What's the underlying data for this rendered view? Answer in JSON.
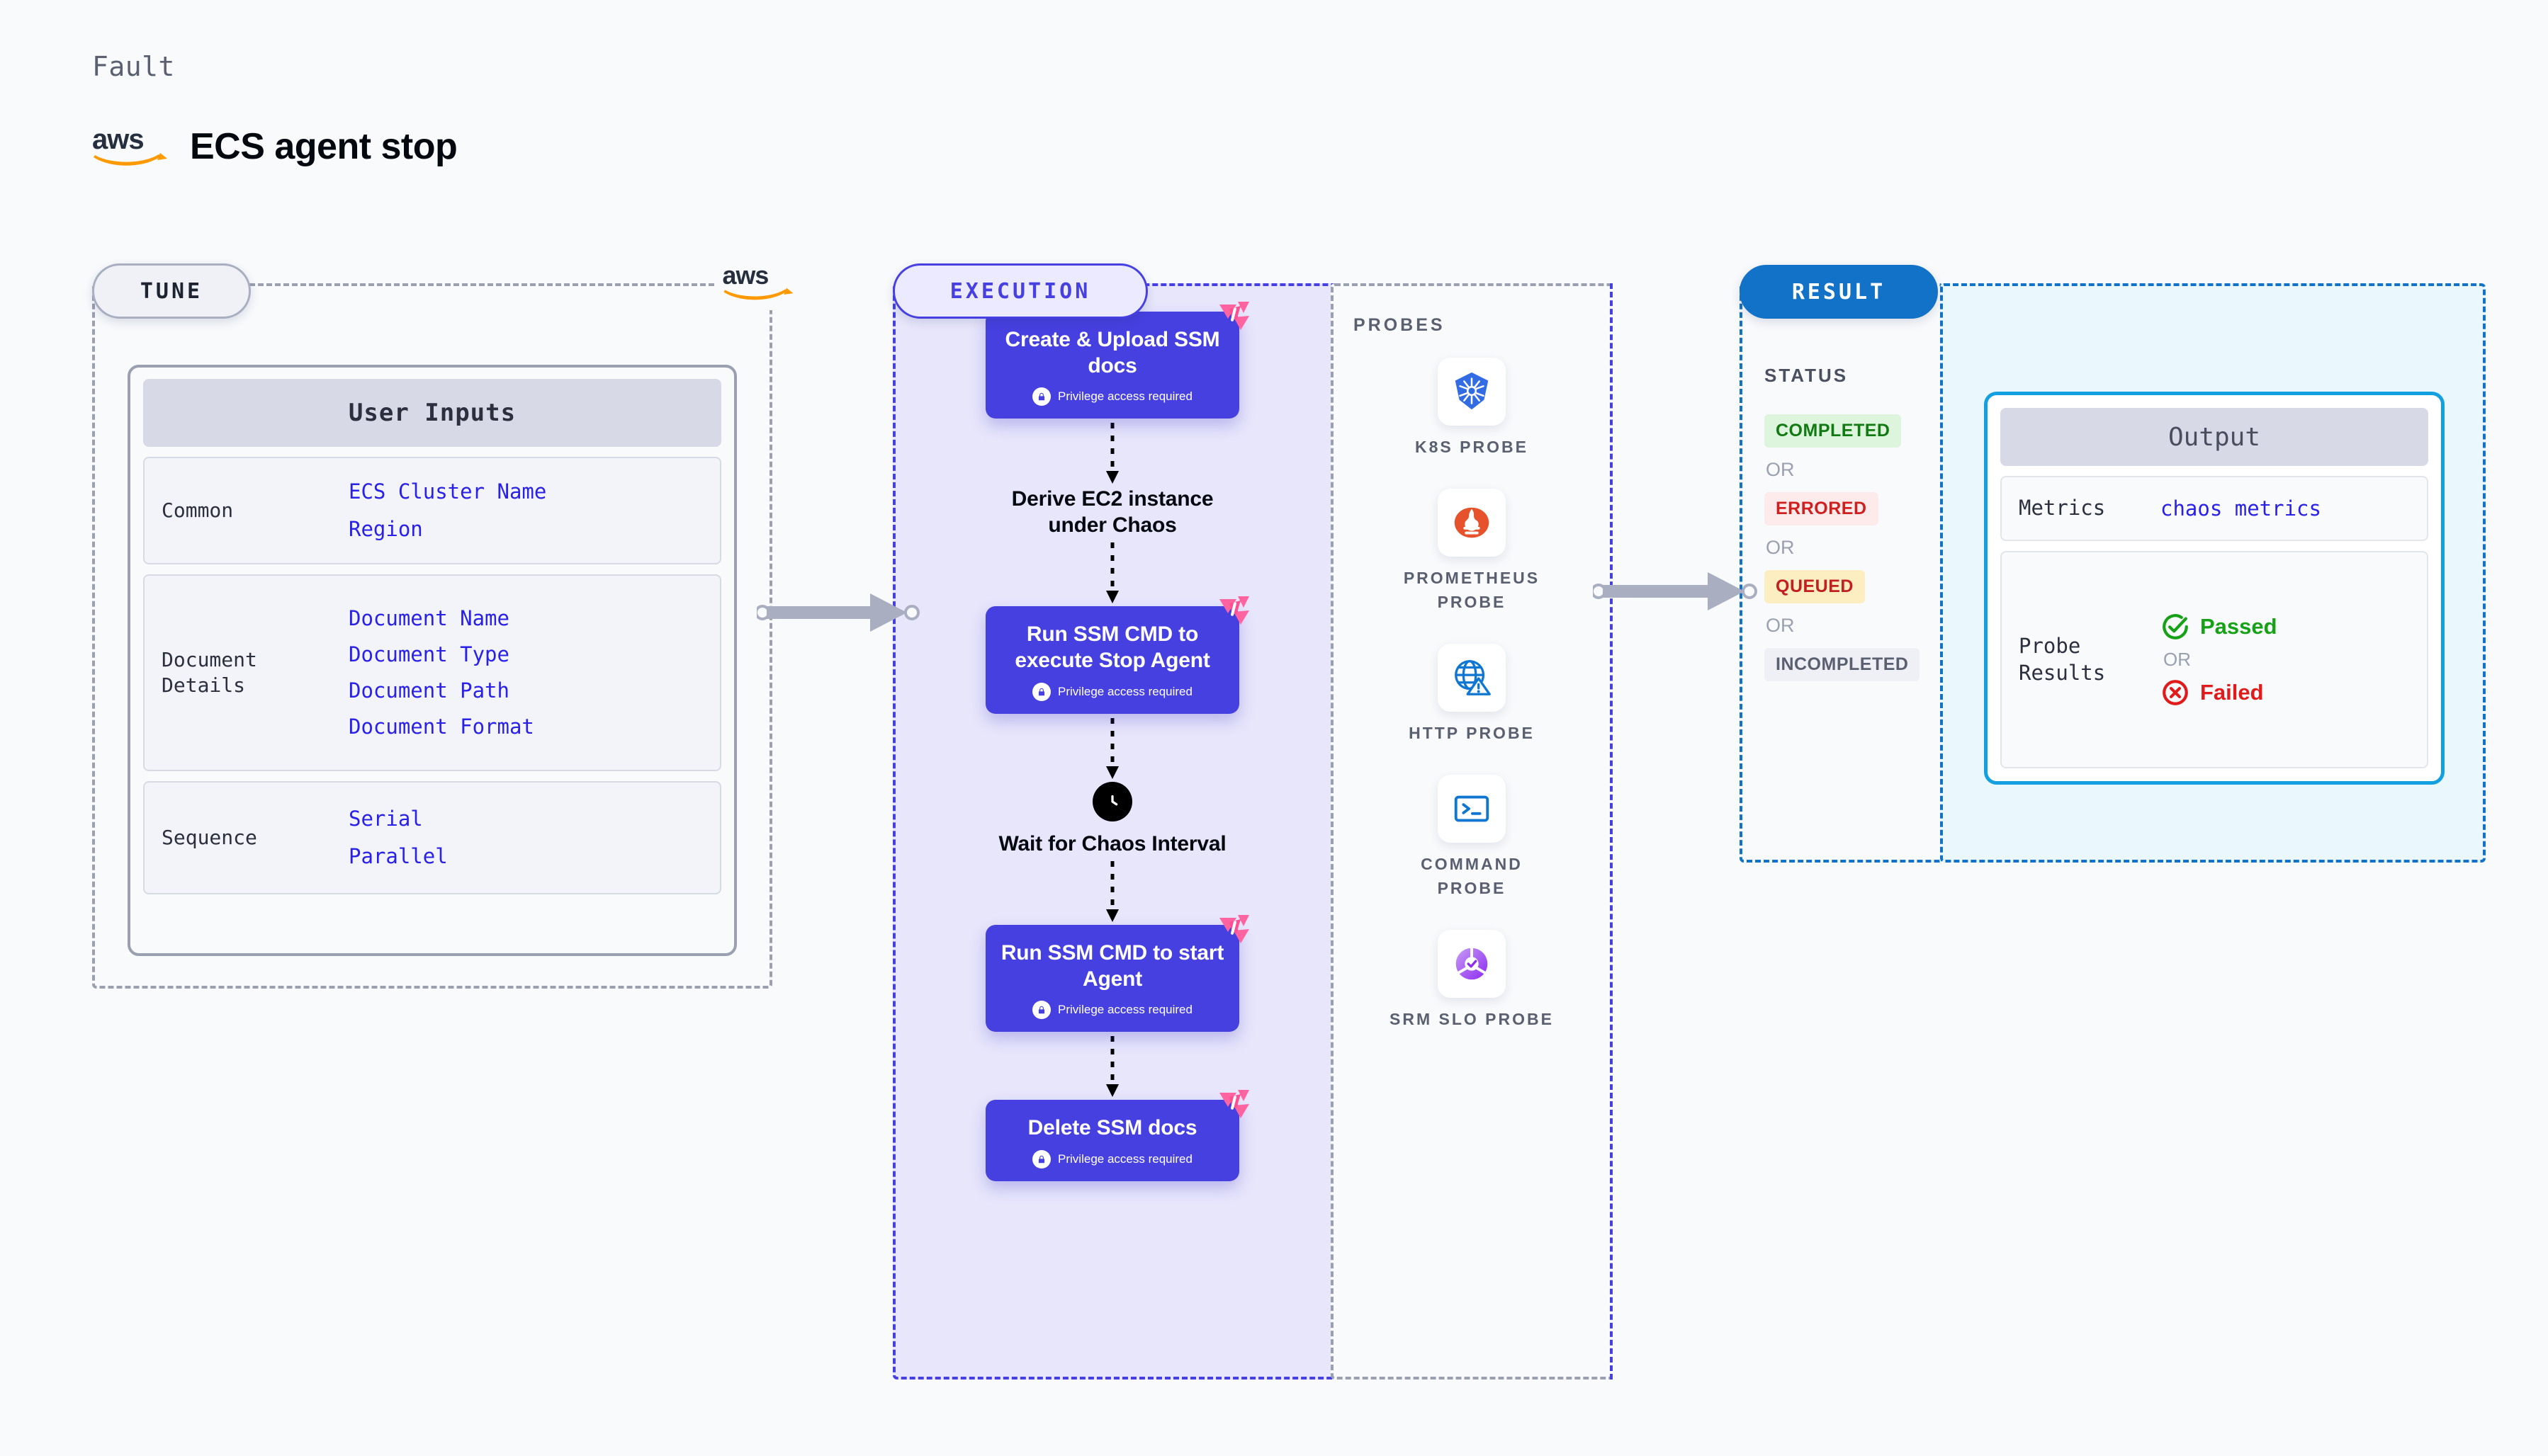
{
  "header": {
    "kicker": "Fault",
    "title": "ECS agent stop",
    "brand_logo": "aws-logo"
  },
  "tune": {
    "tag": "TUNE",
    "brand_logo": "aws-logo",
    "card_title": "User Inputs",
    "groups": [
      {
        "label": "Common",
        "values": [
          "ECS Cluster Name",
          "Region"
        ]
      },
      {
        "label": "Document\nDetails",
        "values": [
          "Document Name",
          "Document Type",
          "Document Path",
          "Document Format"
        ]
      },
      {
        "label": "Sequence",
        "values": [
          "Serial",
          "Parallel"
        ]
      }
    ]
  },
  "execution": {
    "tag": "EXECUTION",
    "privilege_note": "Privilege access required",
    "steps": [
      {
        "type": "box",
        "title": "Create & Upload SSM docs",
        "privileged": true,
        "badge": "litmus-badge-icon"
      },
      {
        "type": "plain",
        "title": "Derive EC2 instance under Chaos",
        "privileged": false,
        "icon": ""
      },
      {
        "type": "box",
        "title": "Run SSM CMD to execute Stop Agent",
        "privileged": true,
        "badge": "litmus-badge-icon"
      },
      {
        "type": "plain",
        "title": "Wait for Chaos Interval",
        "privileged": false,
        "icon": "clock-icon"
      },
      {
        "type": "box",
        "title": "Run SSM CMD to start Agent",
        "privileged": true,
        "badge": "litmus-badge-icon"
      },
      {
        "type": "box",
        "title": "Delete SSM docs",
        "privileged": true,
        "badge": "litmus-badge-icon"
      }
    ]
  },
  "probes": {
    "title": "PROBES",
    "items": [
      {
        "label": "K8S PROBE",
        "icon": "kubernetes-icon"
      },
      {
        "label": "PROMETHEUS PROBE",
        "icon": "prometheus-icon"
      },
      {
        "label": "HTTP PROBE",
        "icon": "http-globe-warning-icon"
      },
      {
        "label": "COMMAND PROBE",
        "icon": "terminal-icon"
      },
      {
        "label": "SRM SLO PROBE",
        "icon": "srm-slo-icon"
      }
    ]
  },
  "result": {
    "tag": "RESULT",
    "status_title": "STATUS",
    "or_label": "OR",
    "statuses": [
      {
        "label": "COMPLETED",
        "style": "completed"
      },
      {
        "label": "ERRORED",
        "style": "errored"
      },
      {
        "label": "QUEUED",
        "style": "queued"
      },
      {
        "label": "INCOMPLETED",
        "style": "incompleted"
      }
    ]
  },
  "output": {
    "card_title": "Output",
    "metrics_key": "Metrics",
    "metrics_value": "chaos metrics",
    "probe_results_key": "Probe\nResults",
    "passed_label": "Passed",
    "failed_label": "Failed",
    "or_label": "OR"
  },
  "colors": {
    "page_bg": "#f8fafc",
    "purple": "#4740e0",
    "exec_panel_bg": "#e7e6fb",
    "result_blue": "#1272c8",
    "output_border": "#12a0e0",
    "output_panel_bg": "#eaf7fd",
    "link_blue": "#2a21e8",
    "pink_badge": "#ff63a0",
    "grey_dash": "#9aa0b0",
    "completed_green": "#117a12",
    "errored_red": "#cf2020",
    "queued_amber": "#c22020",
    "passed_green": "#16a116",
    "failed_red": "#e01b1b"
  }
}
